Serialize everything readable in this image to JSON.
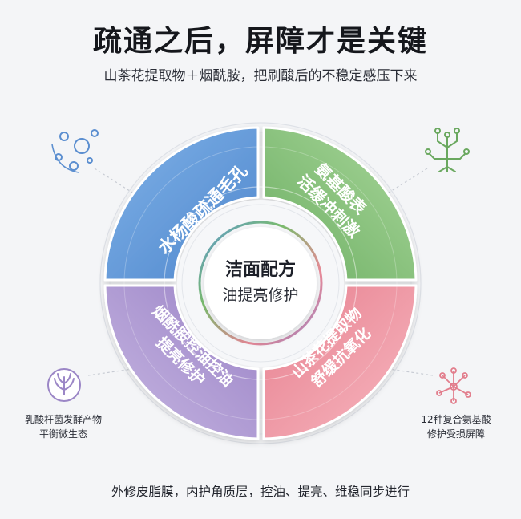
{
  "title": "疏通之后，屏障才是关键",
  "subtitle": "山茶花提取物＋烟酰胺，把刷酸后的不稳定感压下来",
  "center": {
    "line1": "洁面配方",
    "line2": "油提亮修护"
  },
  "segments": [
    {
      "text": "水杨酸疏通毛孔",
      "color": "#5b95d6"
    },
    {
      "text": "氨基酸表活缓冲刺激",
      "line1": "氨基酸表",
      "line2": "活缓冲刺激",
      "color": "#74b76a"
    },
    {
      "text": "烟酰胺控油控油提亮修护",
      "line1": "烟酰胺控油控油",
      "line2": "提亮修护",
      "color": "#9d86c8"
    },
    {
      "text": "山茶花提取物舒缓抗氧化",
      "line1": "山茶花提取物",
      "line2": "舒缓抗氧化",
      "color": "#e98a98"
    }
  ],
  "side_labels": {
    "bottom_left": {
      "line1": "乳酸杆菌发酵产物",
      "line2": "平衡微生态"
    },
    "bottom_right": {
      "line1": "12种复合氨基酸",
      "line2": "修护受损屏障"
    }
  },
  "icons": {
    "top_left": "bubbles-icon",
    "top_right": "nerve-circuit-icon",
    "bottom_left": "leaf-emblem-icon",
    "bottom_right": "molecule-network-icon"
  },
  "footer": "外修皮脂膜，内护角质层，控油、提亮、维稳同步进行"
}
